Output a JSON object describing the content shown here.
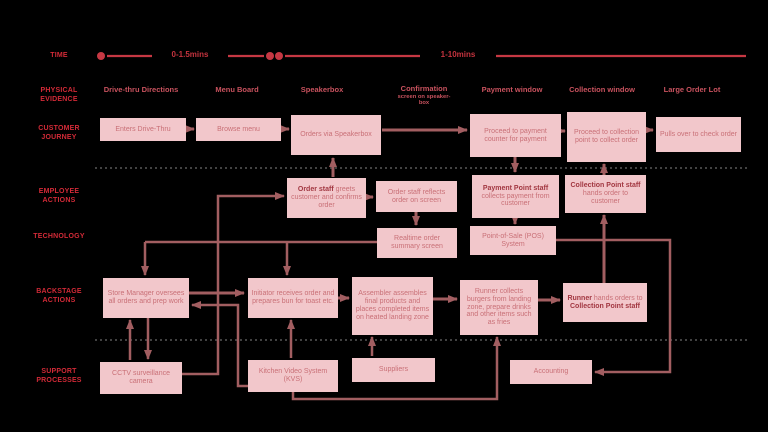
{
  "rows": {
    "time": "TIME",
    "physical": [
      "PHYSICAL",
      "EVIDENCE"
    ],
    "customer": [
      "CUSTOMER",
      "JOURNEY"
    ],
    "employee": [
      "EMPLOYEE",
      "ACTIONS"
    ],
    "technology": [
      "TECHNOLOGY"
    ],
    "backstage": [
      "BACKSTAGE",
      "ACTIONS"
    ],
    "support": [
      "SUPPORT",
      "PROCESSES"
    ]
  },
  "timeline": {
    "segment1": "0-1.5mins",
    "segment2": "1-10mins"
  },
  "columns": {
    "c1": "Drive-thru Directions",
    "c2": "Menu Board",
    "c3": "Speakerbox",
    "c4": {
      "l1": "Confirmation",
      "l2": "screen on speaker-",
      "l3": "box"
    },
    "c5": "Payment window",
    "c6": "Collection window",
    "c7": "Large Order Lot"
  },
  "boxes": {
    "cj1": {
      "t": "Enters Drive-Thru"
    },
    "cj2": {
      "t": "Browse menu"
    },
    "cj3": {
      "t": "Orders via Speakerbox"
    },
    "cj4": {
      "t": "Proceed to payment counter for payment"
    },
    "cj5": {
      "t": "Proceed to collection point to collect order"
    },
    "cj6": {
      "t": "Pulls over to check order"
    },
    "ea1": {
      "b": "Order staff",
      "t": " greets customer and confirms order"
    },
    "ea2": {
      "t": "Order staff reflects order on screen"
    },
    "ea3": {
      "b": "Payment Point staff",
      "t": " collects payment from customer"
    },
    "ea4": {
      "b": "Collection Point staff",
      "t": " hands order to customer"
    },
    "t1": {
      "t": "Realtime order summary screen"
    },
    "t2": {
      "t": "Point-of-Sale (POS) System"
    },
    "b1": {
      "t": "Store Manager oversees all orders and prep work"
    },
    "b2": {
      "t": "Initiator receives order and prepares bun for toast etc."
    },
    "b3": {
      "t": "Assembler assembles final products and places completed items on heated landing zone"
    },
    "b4": {
      "t": "Runner collects burgers from landing zone, prepare drinks and other items such as fries"
    },
    "b5": {
      "b1": "Runner",
      "t1": " hands orders to ",
      "b2": "Collection Point staff"
    },
    "s1": {
      "t": "CCTV surveillance camera"
    },
    "s2": {
      "t": "Kitchen Video System (KVS)"
    },
    "s3": {
      "t": "Suppliers"
    },
    "s4": {
      "t": "Accounting"
    }
  },
  "colors": {
    "background": "#000000",
    "box_fill": "#f2c7cb",
    "box_text": "#c97077",
    "box_text_bold": "#a23741",
    "row_label": "#d22a37",
    "column_header": "#c8525e",
    "connector": "#a25e61",
    "timeline": "#c63843",
    "dashed_line": "#424242"
  }
}
